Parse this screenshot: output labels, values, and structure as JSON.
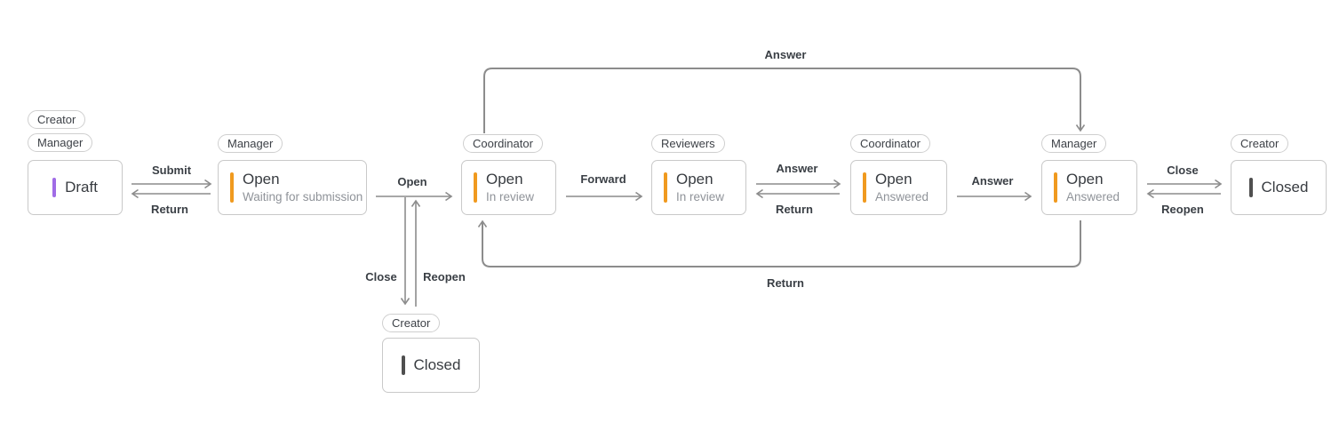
{
  "diagram": {
    "nodes": [
      {
        "title": "Draft",
        "roles": [
          "Creator",
          "Manager"
        ],
        "bar_color": "#a06ce6"
      },
      {
        "title": "Open",
        "subtitle": "Waiting for submission",
        "roles": [
          "Manager"
        ],
        "bar_color": "#f09a1f"
      },
      {
        "title": "Open",
        "subtitle": "In review",
        "roles": [
          "Coordinator"
        ],
        "bar_color": "#f09a1f"
      },
      {
        "title": "Open",
        "subtitle": "In review",
        "roles": [
          "Reviewers"
        ],
        "bar_color": "#f09a1f"
      },
      {
        "title": "Open",
        "subtitle": "Answered",
        "roles": [
          "Coordinator"
        ],
        "bar_color": "#f09a1f"
      },
      {
        "title": "Open",
        "subtitle": "Answered",
        "roles": [
          "Manager"
        ],
        "bar_color": "#f09a1f"
      },
      {
        "title": "Closed",
        "roles": [
          "Creator"
        ],
        "bar_color": "#4f4f4f"
      },
      {
        "title": "Closed",
        "roles": [
          "Creator"
        ],
        "bar_color": "#4f4f4f"
      }
    ],
    "transitions": {
      "submit": "Submit",
      "return_to_draft": "Return",
      "open": "Open",
      "forward": "Forward",
      "answer_from_reviewers": "Answer",
      "return_to_reviewers": "Return",
      "answer_to_manager": "Answer",
      "close": "Close",
      "reopen": "Reopen",
      "close_to_creator": "Close",
      "reopen_from_creator": "Reopen",
      "answer_direct": "Answer",
      "return_direct": "Return"
    },
    "colors": {
      "arrow": "#8c8c8c",
      "box_border": "#c9c9c9",
      "badge_border": "#cfcfcf",
      "title_text": "#383c41",
      "subtitle_text": "#8f9399",
      "label_text": "#3a3f45",
      "bar_purple": "#a06ce6",
      "bar_orange": "#f09a1f",
      "bar_dark": "#4f4f4f"
    }
  }
}
